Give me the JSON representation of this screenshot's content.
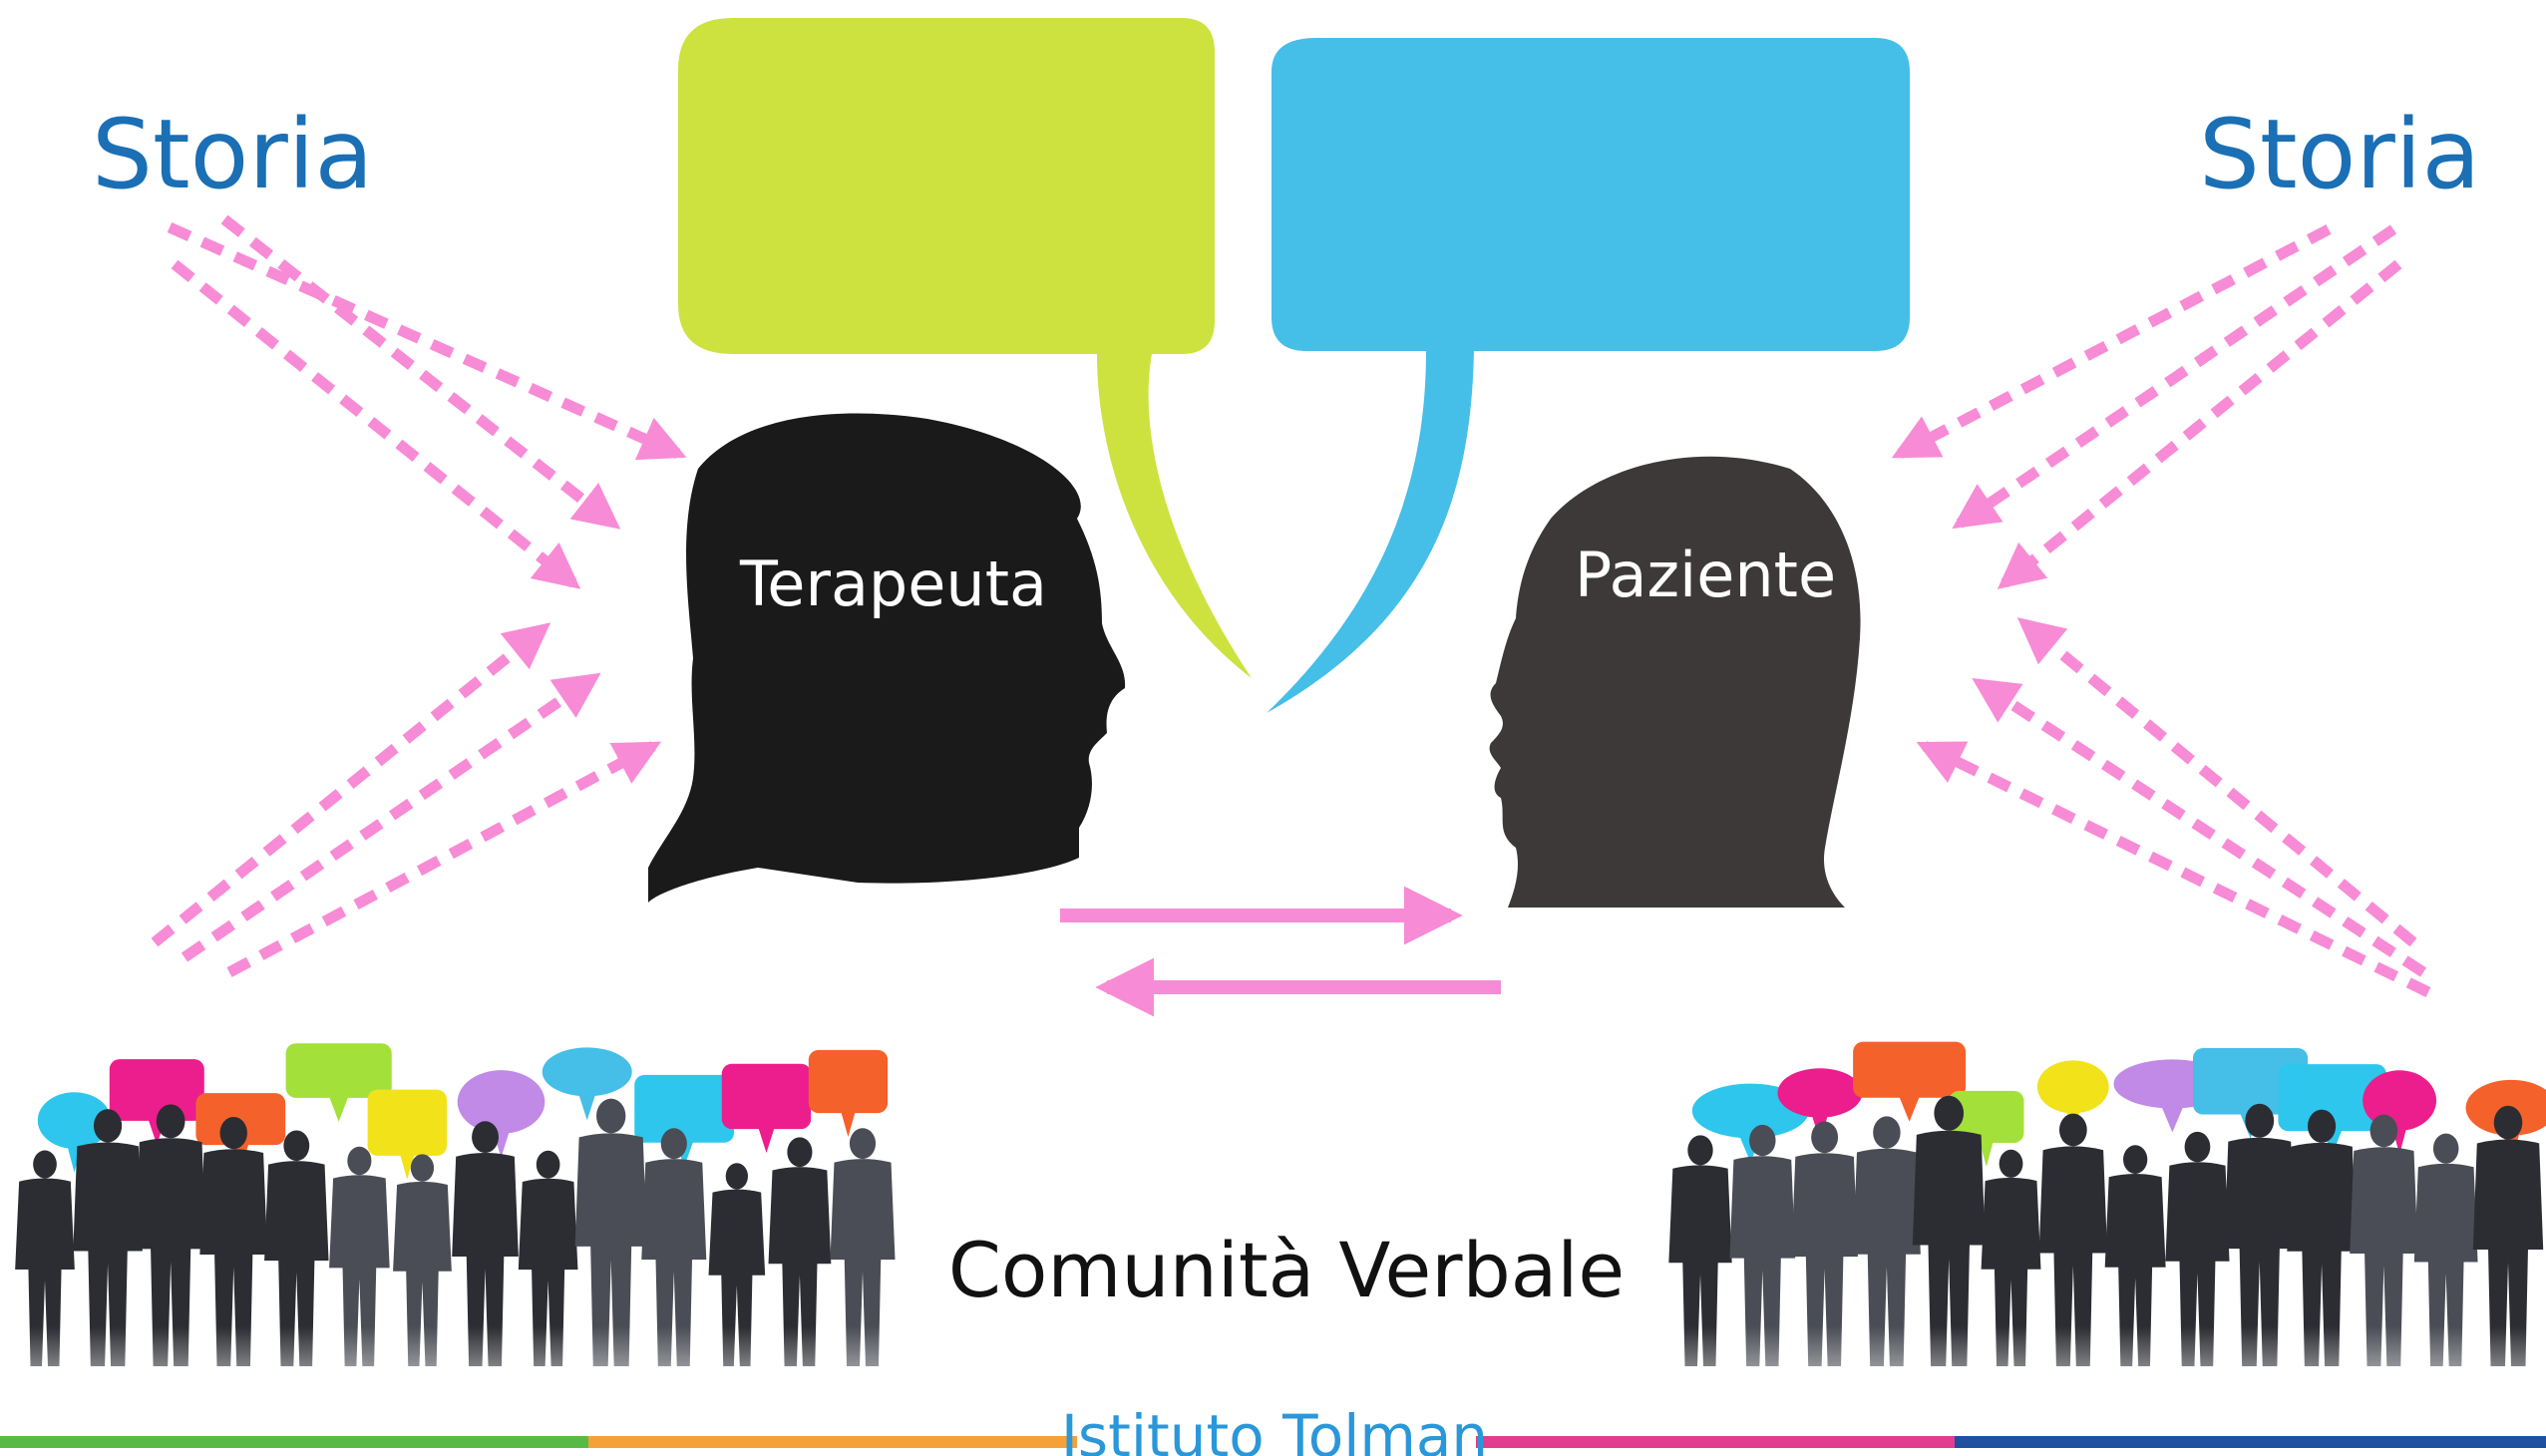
{
  "labels": {
    "storia_left": "Storia",
    "storia_right": "Storia",
    "terapeuta": "Terapeuta",
    "paziente": "Paziente",
    "comunita": "Comunità Verbale",
    "brand": "Istituto Tolman"
  },
  "colors": {
    "storia": "#1a6fb5",
    "arrow_pink": "#f78bd6",
    "bubble_green": "#cde23f",
    "bubble_blue": "#45bee8",
    "head_terapeuta": "#1b1a1a",
    "head_paziente": "#3d3939",
    "bar_green": "#58b947",
    "bar_orange": "#f4a13a",
    "bar_pink": "#e23d8f",
    "bar_blue": "#1f4fa0"
  },
  "crowd_bubble_colors": [
    "#2ec6ec",
    "#ec1d8c",
    "#f4612b",
    "#a4e03a",
    "#f2e21a",
    "#c08ae6",
    "#45bee8"
  ]
}
